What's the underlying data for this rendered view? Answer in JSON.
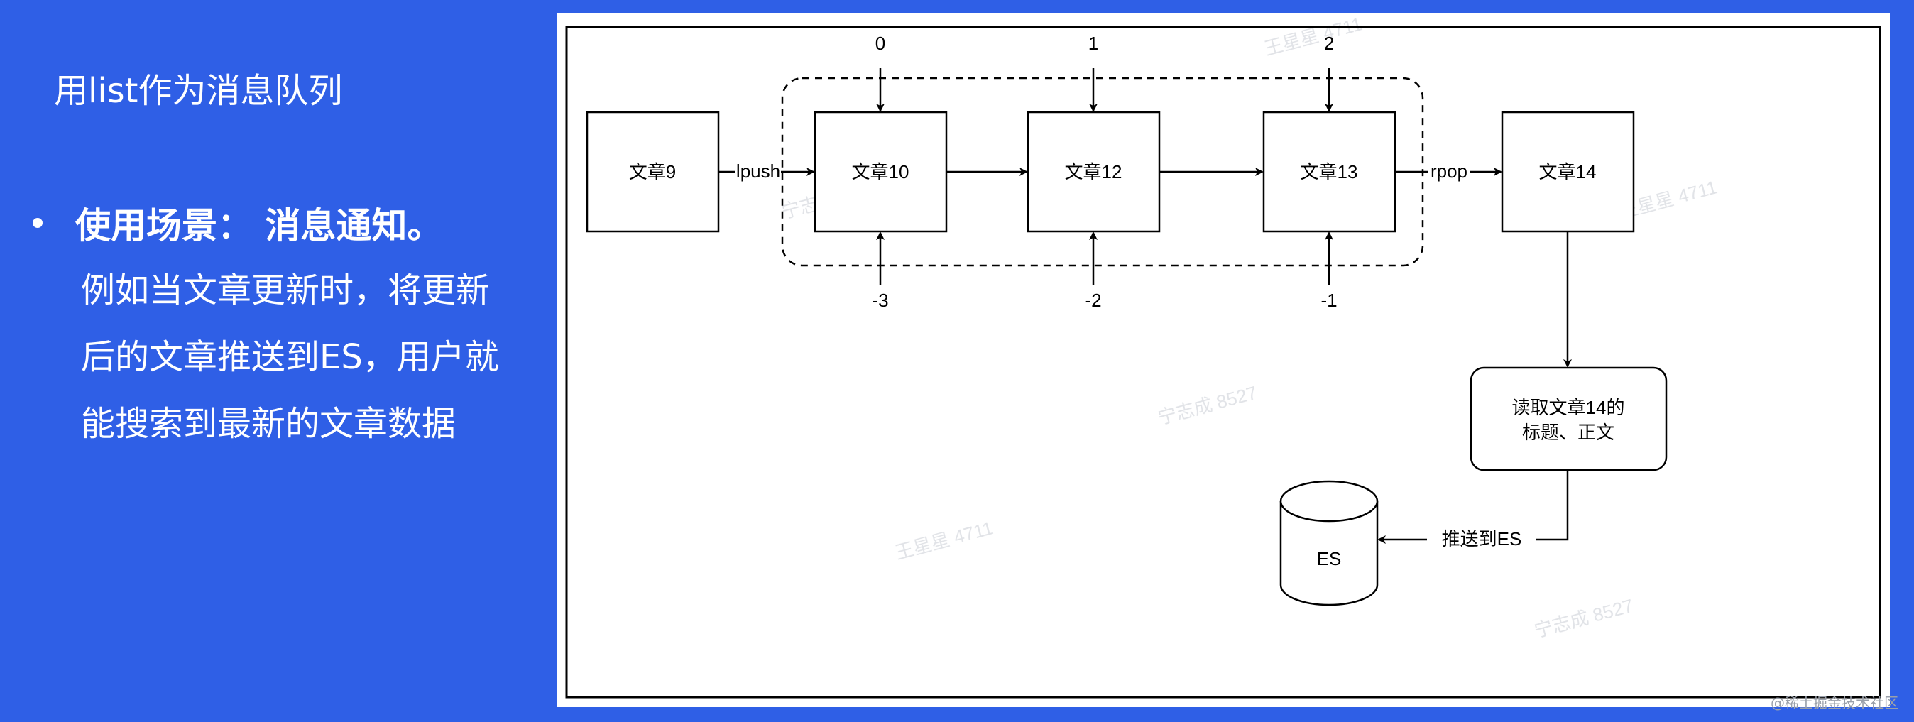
{
  "slide": {
    "title": "用list作为消息队列",
    "bullet": {
      "heading": "使用场景： 消息通知。",
      "lines": [
        "例如当文章更新时，将更新",
        "后的文章推送到ES，用户就",
        "能搜索到最新的文章数据"
      ]
    }
  },
  "diagram": {
    "nodes": {
      "article9": "文章9",
      "article10": "文章10",
      "article12": "文章12",
      "article13": "文章13",
      "article14": "文章14",
      "read_line1": "读取文章14的",
      "read_line2": "标题、正文",
      "es": "ES"
    },
    "edges": {
      "lpush": "lpush",
      "rpop": "rpop",
      "push_es": "推送到ES"
    },
    "index_top": [
      "0",
      "1",
      "2"
    ],
    "index_bottom": [
      "-3",
      "-2",
      "-1"
    ],
    "watermarks": [
      "王星星 4711",
      "宁志成 8527"
    ]
  },
  "footer": "@稀土掘金技术社区",
  "colors": {
    "background": "#2f5fe6",
    "panel": "#ffffff",
    "stroke": "#000000"
  }
}
